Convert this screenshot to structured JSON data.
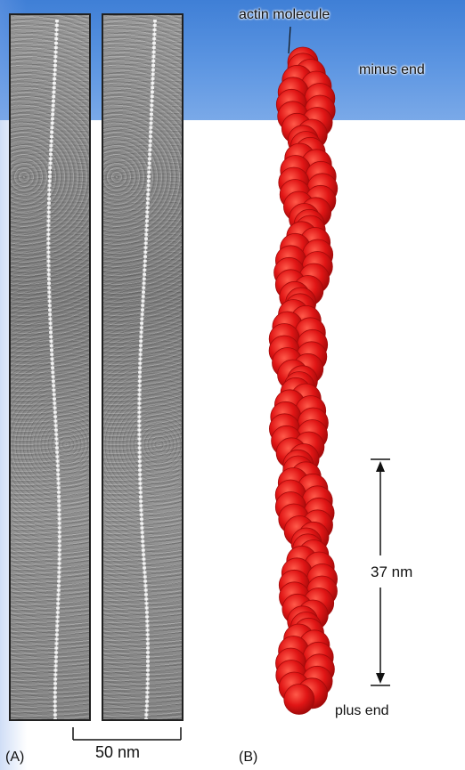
{
  "panel_a": {
    "label": "(A)",
    "scale_bar_label": "50 nm"
  },
  "panel_b": {
    "label": "(B)",
    "actin_molecule_label": "actin molecule",
    "minus_end_label": "minus end",
    "plus_end_label": "plus end",
    "repeat_distance_label": "37 nm"
  },
  "colors": {
    "header_band": "#4a86db",
    "actin_subunit": "#e01515",
    "actin_subunit_dark": "#a30a0a",
    "micrograph_border": "#202020"
  }
}
